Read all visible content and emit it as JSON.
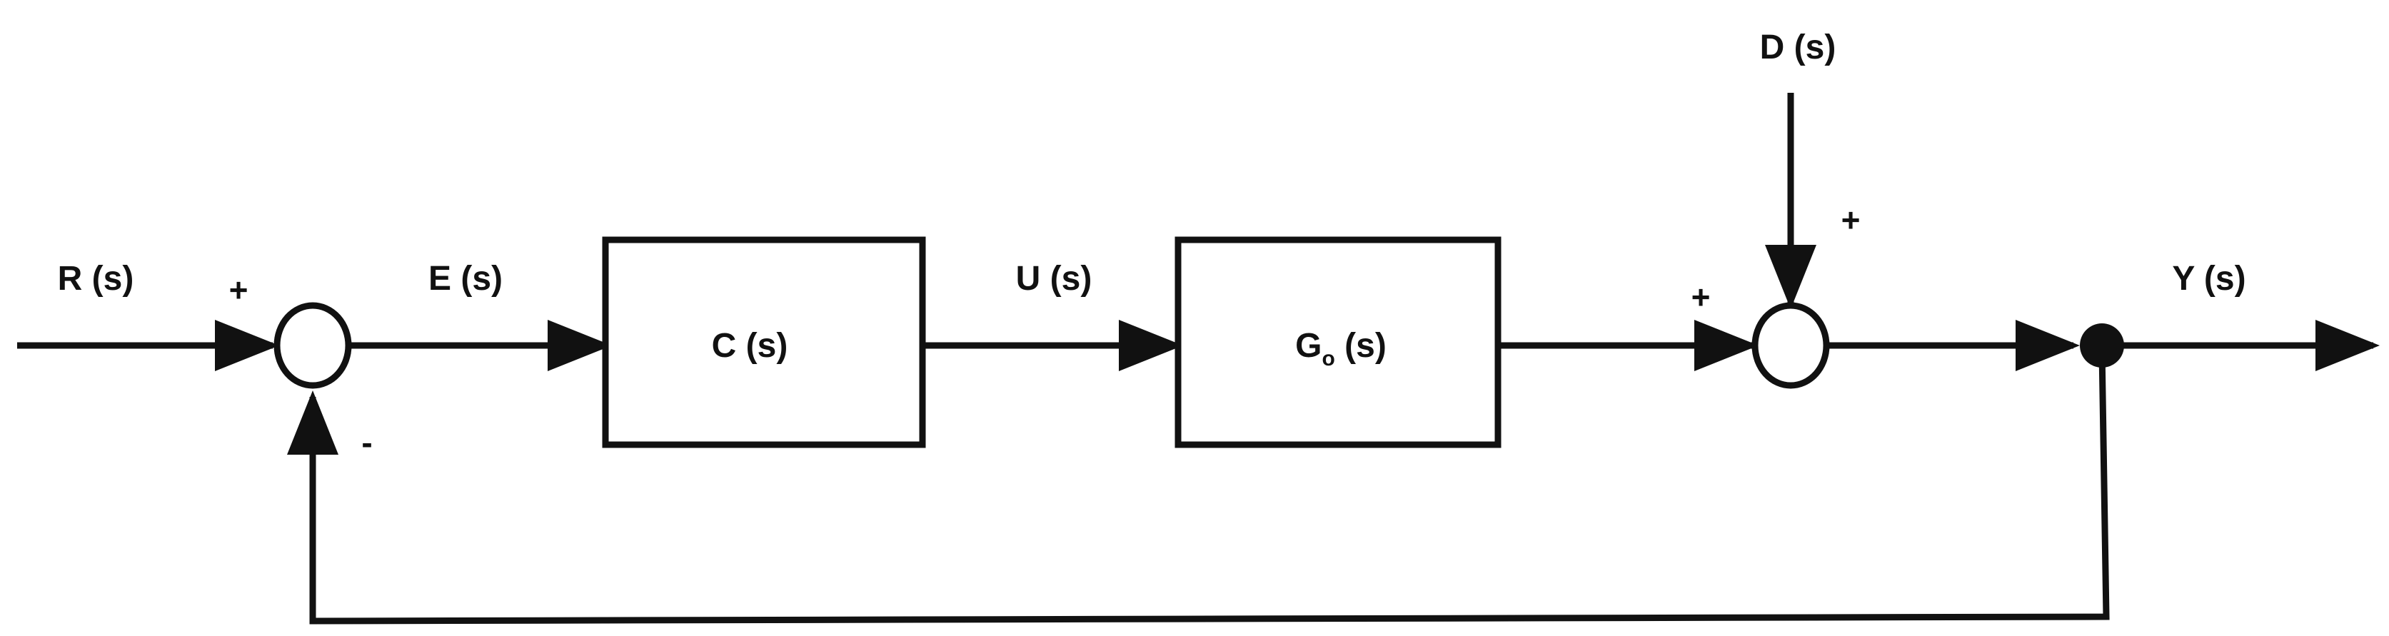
{
  "diagram": {
    "labels": {
      "reference": "R (s)",
      "error": "E (s)",
      "control": "U (s)",
      "output": "Y (s)",
      "disturbance": "D (s)"
    },
    "blocks": {
      "controller": "C (s)",
      "plant_main": "G",
      "plant_sub": "o",
      "plant_suffix": " (s)"
    },
    "signs": {
      "sum1_reference": "+",
      "sum1_feedback": "-",
      "sum2_plant": "+",
      "sum2_disturbance": "+"
    }
  }
}
